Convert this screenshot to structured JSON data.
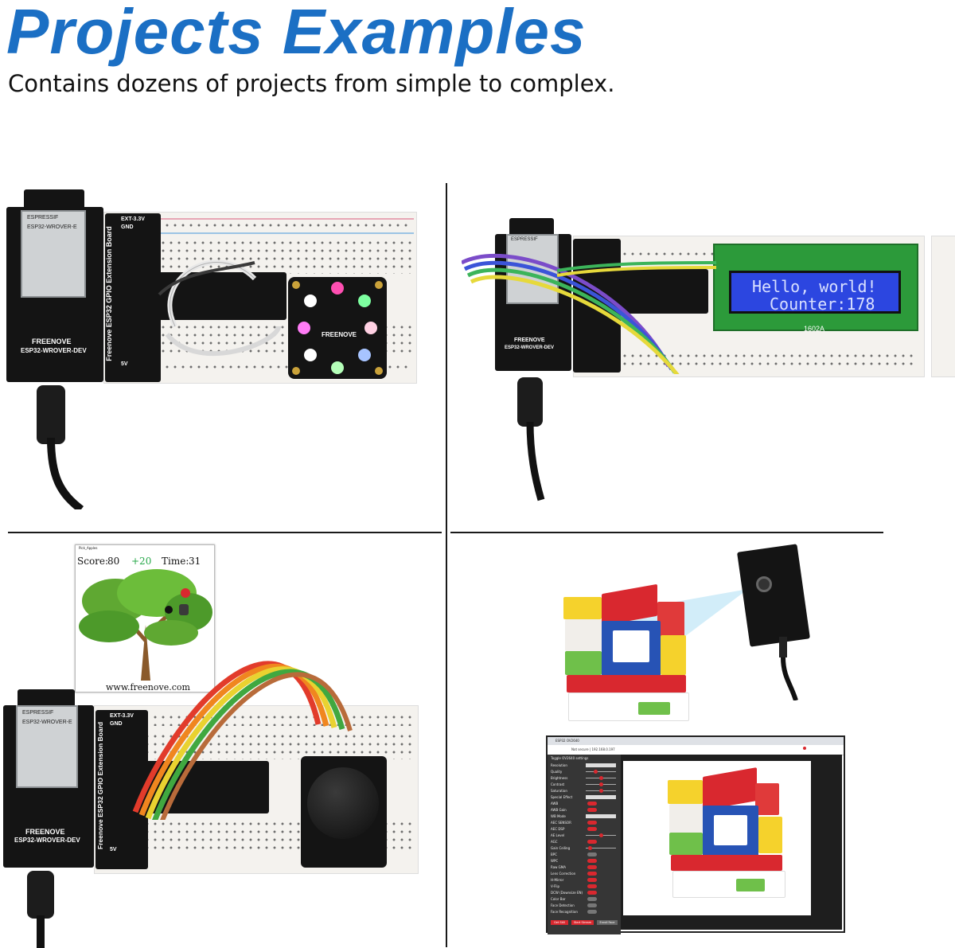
{
  "header": {
    "title": "Projects Examples",
    "subtitle": "Contains dozens of projects from simple to complex."
  },
  "board_labels": {
    "extension_board": "Freenove ESP32 GPIO Extension Board",
    "brand": "FREENOVE",
    "model": "ESP32-WROVER-DEV",
    "module_brand": "ESPRESSIF",
    "module_model": "ESP32-WROVER-E",
    "ext_power": "EXT-3.3V",
    "gnd": "GND",
    "five_v": "5V"
  },
  "led_ring": {
    "brand": "FREENOVE"
  },
  "lcd": {
    "line1": "Hello, world!",
    "line2": "Counter:178",
    "model": "1602A"
  },
  "game": {
    "window_title": "Pick_Apples",
    "score_label": "Score:",
    "score_value": "80",
    "bonus": "+20",
    "time_label": "Time:",
    "time_value": "31",
    "footer": "www.freenove.com"
  },
  "camera_ui": {
    "tab_title": "ESP32 OV2640",
    "address": "Not secure | 192.168.0.197",
    "panel_title": "Toggle OV2640 settings",
    "settings": [
      {
        "label": "Resolution",
        "kind": "select"
      },
      {
        "label": "Quality",
        "kind": "slider",
        "level": 0.3
      },
      {
        "label": "Brightness",
        "kind": "slider",
        "level": 0.5
      },
      {
        "label": "Contrast",
        "kind": "slider",
        "level": 0.5
      },
      {
        "label": "Saturation",
        "kind": "slider",
        "level": 0.5
      },
      {
        "label": "Special Effect",
        "kind": "select"
      },
      {
        "label": "AWB",
        "kind": "toggle",
        "on": true
      },
      {
        "label": "AWB Gain",
        "kind": "toggle",
        "on": true
      },
      {
        "label": "WB Mode",
        "kind": "select"
      },
      {
        "label": "AEC SENSOR",
        "kind": "toggle",
        "on": true
      },
      {
        "label": "AEC DSP",
        "kind": "toggle",
        "on": true
      },
      {
        "label": "AE Level",
        "kind": "slider",
        "level": 0.5
      },
      {
        "label": "AGC",
        "kind": "toggle",
        "on": true
      },
      {
        "label": "Gain Ceiling",
        "kind": "slider",
        "level": 0.1
      },
      {
        "label": "BPC",
        "kind": "toggle",
        "on": false
      },
      {
        "label": "WPC",
        "kind": "toggle",
        "on": true
      },
      {
        "label": "Raw GMA",
        "kind": "toggle",
        "on": true
      },
      {
        "label": "Lens Correction",
        "kind": "toggle",
        "on": true
      },
      {
        "label": "H-Mirror",
        "kind": "toggle",
        "on": true
      },
      {
        "label": "V-Flip",
        "kind": "toggle",
        "on": true
      },
      {
        "label": "DCW (Downsize EN)",
        "kind": "toggle",
        "on": true
      },
      {
        "label": "Color Bar",
        "kind": "toggle",
        "on": false
      },
      {
        "label": "Face Detection",
        "kind": "toggle",
        "on": false
      },
      {
        "label": "Face Recognition",
        "kind": "toggle",
        "on": false
      }
    ],
    "buttons": {
      "get_still": "Get Still",
      "start_stream": "Start Stream",
      "enroll_face": "Enroll Face"
    }
  },
  "colors": {
    "title": "#1b6fc4",
    "lcd_screen": "#2c46e0",
    "lcd_pcb": "#2c9a3a",
    "ui_accent": "#d9282f",
    "bonus_text": "#27a84a"
  }
}
